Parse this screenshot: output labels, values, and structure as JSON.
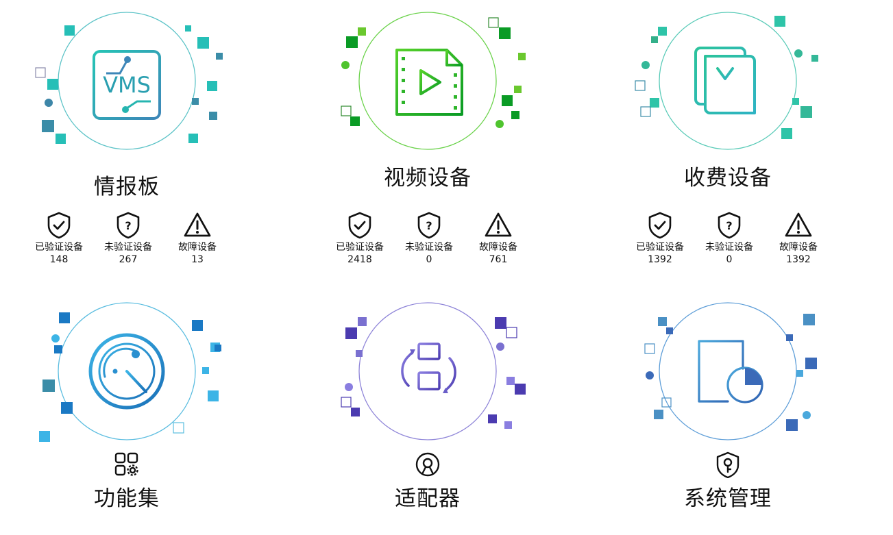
{
  "cards": [
    {
      "id": "intel-board",
      "title": "情报板",
      "icon_text": "VMS",
      "icon": "vms-chip-icon",
      "accent": "#2aa5a8",
      "stats": [
        {
          "label": "已验证设备",
          "value": "148",
          "icon": "shield-check-icon"
        },
        {
          "label": "未验证设备",
          "value": "267",
          "icon": "shield-question-icon"
        },
        {
          "label": "故障设备",
          "value": "13",
          "icon": "warning-triangle-icon"
        }
      ]
    },
    {
      "id": "video-devices",
      "title": "视频设备",
      "icon": "video-file-icon",
      "accent": "#22b11e",
      "stats": [
        {
          "label": "已验证设备",
          "value": "2418",
          "icon": "shield-check-icon"
        },
        {
          "label": "未验证设备",
          "value": "0",
          "icon": "shield-question-icon"
        },
        {
          "label": "故障设备",
          "value": "761",
          "icon": "warning-triangle-icon"
        }
      ]
    },
    {
      "id": "toll-devices",
      "title": "收费设备",
      "icon": "yuan-documents-icon",
      "accent": "#2ec4a0",
      "stats": [
        {
          "label": "已验证设备",
          "value": "1392",
          "icon": "shield-check-icon"
        },
        {
          "label": "未验证设备",
          "value": "0",
          "icon": "shield-question-icon"
        },
        {
          "label": "故障设备",
          "value": "1392",
          "icon": "warning-triangle-icon"
        }
      ]
    },
    {
      "id": "function-set",
      "title": "功能集",
      "icon": "radar-icon",
      "sub_icon": "grid-gear-icon",
      "accent": "#1e8ecf"
    },
    {
      "id": "adapter",
      "title": "适配器",
      "icon": "network-sync-icon",
      "sub_icon": "location-ring-icon",
      "accent": "#5a4fc0"
    },
    {
      "id": "system-management",
      "title": "系统管理",
      "icon": "clipboard-clock-icon",
      "sub_icon": "shield-key-icon",
      "accent": "#3d7fc4"
    }
  ]
}
